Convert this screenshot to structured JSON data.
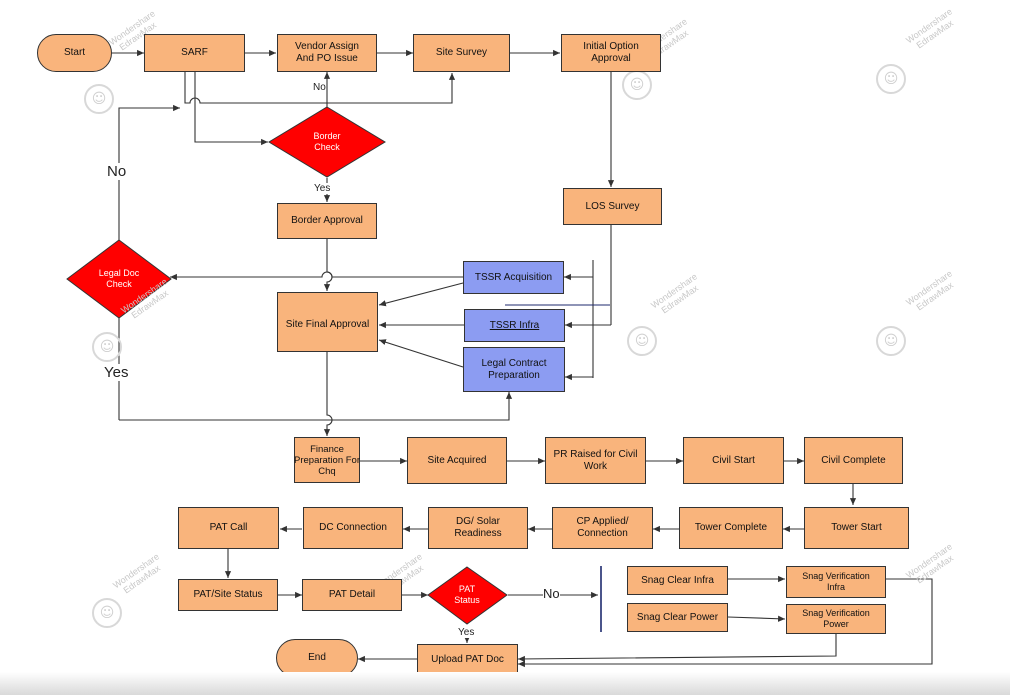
{
  "nodes": {
    "start": "Start",
    "sarf": "SARF",
    "vendor_assign": "Vendor Assign\nAnd PO Issue",
    "site_survey": "Site Survey",
    "initial_option": "Initial Option\nApproval",
    "border_check": "Border\nCheck",
    "border_approval": "Border Approval",
    "los_survey": "LOS Survey",
    "legal_doc_check": "Legal Doc\nCheck",
    "tssr_acquisition": "TSSR Acquisition",
    "site_final_approval": "Site Final Approval",
    "tssr_infra": "TSSR Infra",
    "legal_contract": "Legal Contract\nPreparation",
    "finance_prep": "Finance\nPreparation For\nChq",
    "site_acquired": "Site Acquired",
    "pr_raised": "PR Raised for Civil\nWork",
    "civil_start": "Civil Start",
    "civil_complete": "Civil Complete",
    "pat_call": "PAT Call",
    "dc_connection": "DC Connection",
    "dg_solar": "DG/ Solar\nReadiness",
    "cp_applied": "CP Applied/\nConnection",
    "tower_complete": "Tower Complete",
    "tower_start": "Tower Start",
    "pat_site_status": "PAT/Site Status",
    "pat_detail": "PAT Detail",
    "pat_status": "PAT\nStatus",
    "snag_clear_infra": "Snag Clear Infra",
    "snag_verif_infra": "Snag Verification\nInfra",
    "snag_clear_power": "Snag Clear Power",
    "snag_verif_power": "Snag Verification\nPower",
    "end": "End",
    "upload_pat_doc": "Upload PAT Doc"
  },
  "edge_labels": {
    "no_vendor": "No",
    "yes_border": "Yes",
    "no_legal": "No",
    "yes_legal": "Yes",
    "yes_pat": "Yes",
    "no_pat": "No"
  },
  "watermark": {
    "line1": "Wondershare",
    "line2": "EdrawMax"
  },
  "colors": {
    "process_fill": "#f9b47c",
    "decision_fill": "#ff0000",
    "blue_fill": "#8c9cf2",
    "line": "#333333"
  }
}
